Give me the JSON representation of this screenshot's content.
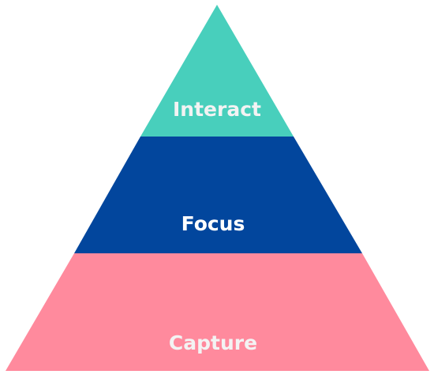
{
  "diagram": {
    "tiers": [
      {
        "label": "Interact",
        "color": "#48CFBC",
        "text_color": "#F3F3F3"
      },
      {
        "label": "Focus",
        "color": "#02469D",
        "text_color": "#FFFFFF"
      },
      {
        "label": "Capture",
        "color": "#FF8A9D",
        "text_color": "#F3F3F3"
      }
    ]
  }
}
